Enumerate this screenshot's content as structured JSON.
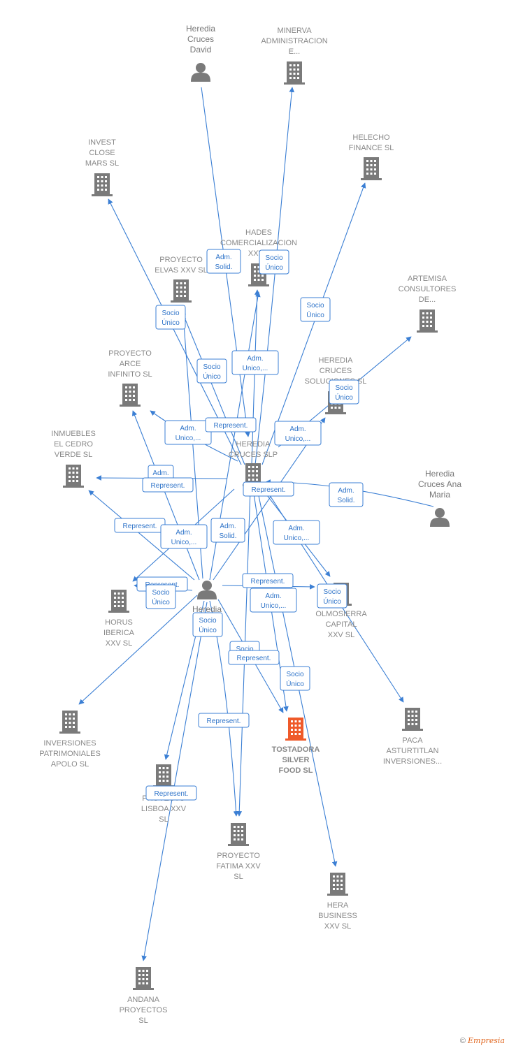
{
  "colors": {
    "edge": "#3b7fd4",
    "node": "#7a7a7a",
    "main_node": "#ef5a2a",
    "label": "#888888"
  },
  "nodes": [
    {
      "id": "david",
      "type": "person",
      "icon": "person-icon",
      "lines": [
        "Heredia",
        "Cruces",
        "David"
      ]
    },
    {
      "id": "minerva",
      "type": "company",
      "icon": "building-icon",
      "lines": [
        "MINERVA",
        "ADMINISTRACION",
        "E..."
      ]
    },
    {
      "id": "invest",
      "type": "company",
      "icon": "building-icon",
      "lines": [
        "INVEST",
        "CLOSE",
        "MARS  SL"
      ]
    },
    {
      "id": "helecho",
      "type": "company",
      "icon": "building-icon",
      "lines": [
        "HELECHO",
        "FINANCE  SL"
      ]
    },
    {
      "id": "hades",
      "type": "company",
      "icon": "building-icon",
      "lines": [
        "HADES",
        "COMERCIALIZACION",
        "XXV..."
      ]
    },
    {
      "id": "elvas",
      "type": "company",
      "icon": "building-icon",
      "lines": [
        "PROYECTO",
        "ELVAS XXV  SL"
      ]
    },
    {
      "id": "artemisa",
      "type": "company",
      "icon": "building-icon",
      "lines": [
        "ARTEMISA",
        "CONSULTORES",
        "DE..."
      ]
    },
    {
      "id": "arce",
      "type": "company",
      "icon": "building-icon",
      "lines": [
        "PROYECTO",
        "ARCE",
        "INFINITO  SL"
      ]
    },
    {
      "id": "soluciones",
      "type": "company",
      "icon": "building-icon",
      "lines": [
        "HEREDIA",
        "CRUCES",
        "SOLUCIONES  SL"
      ]
    },
    {
      "id": "cedro",
      "type": "company",
      "icon": "building-icon",
      "lines": [
        "INMUEBLES",
        "EL CEDRO",
        "VERDE  SL"
      ]
    },
    {
      "id": "hcslp",
      "type": "company",
      "icon": "building-icon",
      "lines": [
        "HEREDIA",
        "CRUCES SLP"
      ]
    },
    {
      "id": "anamaria",
      "type": "person",
      "icon": "person-icon",
      "lines": [
        "Heredia",
        "Cruces Ana",
        "Maria"
      ]
    },
    {
      "id": "horus",
      "type": "company",
      "icon": "building-icon",
      "lines": [
        "HORUS",
        "IBERICA",
        "XXV  SL"
      ]
    },
    {
      "id": "heredia",
      "type": "person",
      "icon": "person-icon",
      "lines": [
        "Heredia",
        "..."
      ]
    },
    {
      "id": "olmo",
      "type": "company",
      "icon": "building-icon",
      "lines": [
        "OLMOSIERRA",
        "CAPITAL",
        "XXV  SL"
      ]
    },
    {
      "id": "apolo",
      "type": "company",
      "icon": "building-icon",
      "lines": [
        "INVERSIONES",
        "PATRIMONIALES",
        "APOLO  SL"
      ]
    },
    {
      "id": "tostadora",
      "type": "main",
      "icon": "building-icon",
      "lines": [
        "TOSTADORA",
        "SILVER",
        "FOOD  SL"
      ]
    },
    {
      "id": "paca",
      "type": "company",
      "icon": "building-icon",
      "lines": [
        "PACA",
        "ASTURTITLAN",
        "INVERSIONES..."
      ]
    },
    {
      "id": "lisboa",
      "type": "company",
      "icon": "building-icon",
      "lines": [
        "PROYECTO",
        "LISBOA XXV",
        "SL"
      ]
    },
    {
      "id": "fatima",
      "type": "company",
      "icon": "building-icon",
      "lines": [
        "PROYECTO",
        "FATIMA XXV",
        "SL"
      ]
    },
    {
      "id": "hera",
      "type": "company",
      "icon": "building-icon",
      "lines": [
        "HERA",
        "BUSINESS",
        "XXV  SL"
      ]
    },
    {
      "id": "andana",
      "type": "company",
      "icon": "building-icon",
      "lines": [
        "ANDANA",
        "PROYECTOS",
        "SL"
      ]
    }
  ],
  "edge_labels": [
    {
      "id": "el1",
      "lines": [
        "Adm.",
        "Solid."
      ]
    },
    {
      "id": "el2",
      "lines": [
        "Socio",
        "Único"
      ]
    },
    {
      "id": "el3",
      "lines": [
        "Socio",
        "Único"
      ]
    },
    {
      "id": "el4",
      "lines": [
        "Socio",
        "Único"
      ]
    },
    {
      "id": "el5",
      "lines": [
        "Socio",
        "Único"
      ]
    },
    {
      "id": "el6",
      "lines": [
        "Adm.",
        "Unico,..."
      ]
    },
    {
      "id": "el7",
      "lines": [
        "Socio",
        "Único"
      ]
    },
    {
      "id": "el8",
      "lines": [
        "Adm.",
        "Unico,..."
      ]
    },
    {
      "id": "el9",
      "lines": [
        "Represent."
      ]
    },
    {
      "id": "el10",
      "lines": [
        "Adm.",
        "Unico,..."
      ]
    },
    {
      "id": "el11",
      "lines": [
        "Adm."
      ]
    },
    {
      "id": "el12",
      "lines": [
        "Represent."
      ]
    },
    {
      "id": "el13",
      "lines": [
        "Represent."
      ]
    },
    {
      "id": "el14",
      "lines": [
        "Adm.",
        "Solid."
      ]
    },
    {
      "id": "el15",
      "lines": [
        "Represent."
      ]
    },
    {
      "id": "el16",
      "lines": [
        "Adm.",
        "Unico,..."
      ]
    },
    {
      "id": "el17",
      "lines": [
        "Adm.",
        "Solid."
      ]
    },
    {
      "id": "el18",
      "lines": [
        "Adm.",
        "Unico,..."
      ]
    },
    {
      "id": "el19",
      "lines": [
        "Represent."
      ]
    },
    {
      "id": "el20",
      "lines": [
        "Socio",
        "Único"
      ]
    },
    {
      "id": "el21",
      "lines": [
        "Represent."
      ]
    },
    {
      "id": "el22",
      "lines": [
        "Adm.",
        "Unico,..."
      ]
    },
    {
      "id": "el23",
      "lines": [
        "Socio",
        "Único"
      ]
    },
    {
      "id": "el24",
      "lines": [
        "Socio",
        "Único"
      ]
    },
    {
      "id": "el25",
      "lines": [
        "Socio"
      ]
    },
    {
      "id": "el26",
      "lines": [
        "Represent."
      ]
    },
    {
      "id": "el27",
      "lines": [
        "Socio",
        "Único"
      ]
    },
    {
      "id": "el28",
      "lines": [
        "Represent."
      ]
    },
    {
      "id": "el29",
      "lines": [
        "Represent."
      ]
    }
  ],
  "footer": {
    "copyright": "©",
    "brand": "Empresia"
  }
}
